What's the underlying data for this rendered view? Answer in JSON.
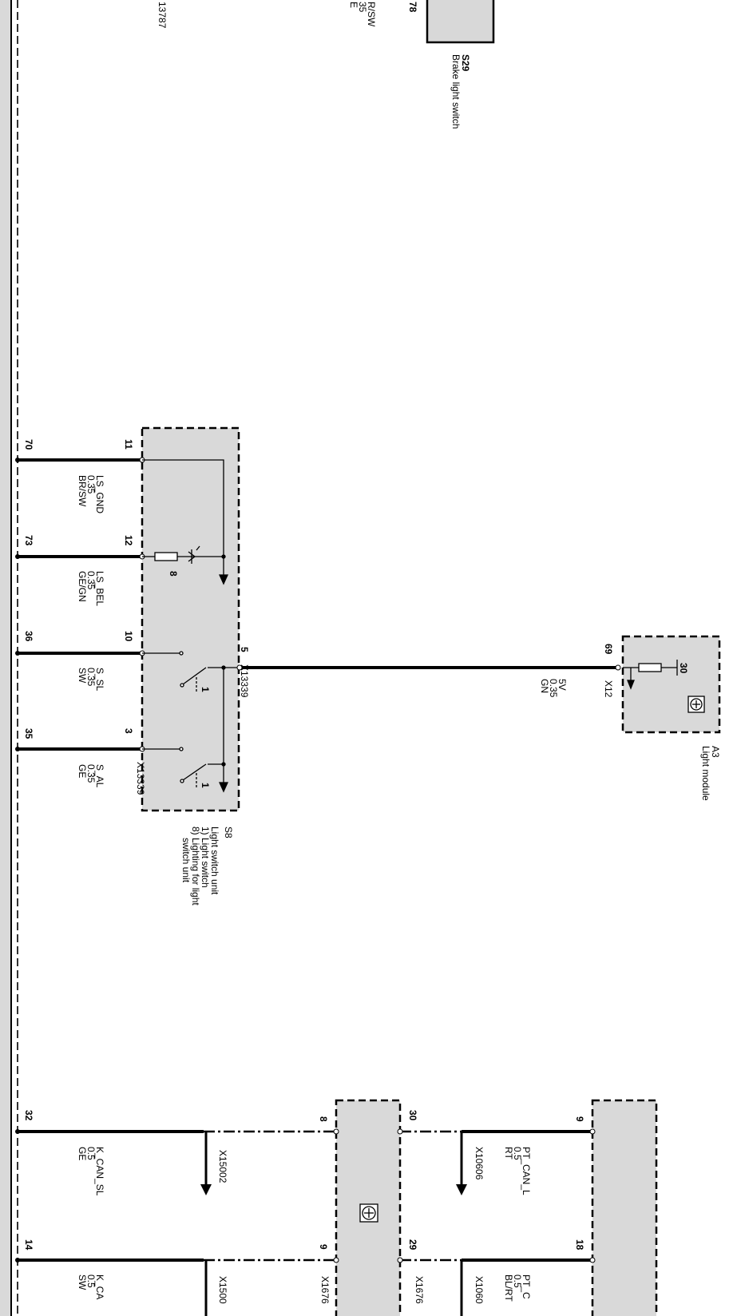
{
  "components": {
    "s29": {
      "id": "S29",
      "name": "Brake light switch",
      "pin": "78"
    },
    "s29_wire_partial": {
      "line1": "E",
      "line2": "35",
      "line3": "R/SW"
    },
    "connector_top": "13787",
    "s8": {
      "id": "S8",
      "desc_1": "Light switch unit",
      "desc_2": "1) Light switch",
      "desc_3": "8) Lighting for light",
      "desc_4": "switch unit",
      "connector_1": "X13339",
      "connector_2": "X13339",
      "sub_1": "1",
      "sub_1b": "1",
      "sub_8": "8"
    },
    "a3": {
      "id": "A3",
      "name": "Light module",
      "connector": "X12",
      "pin": "69",
      "sub": "30"
    }
  },
  "wires": [
    {
      "left_pin": "70",
      "unit_pin": "11",
      "signal": "LS_GND",
      "size": "0.35",
      "color": "BR/SW"
    },
    {
      "left_pin": "73",
      "unit_pin": "12",
      "signal": "LS_BEL",
      "size": "0.35",
      "color": "GE/GN"
    },
    {
      "left_pin": "36",
      "unit_pin": "10",
      "signal": "S_SL",
      "size": "0.35",
      "color": "SW"
    },
    {
      "left_pin": "35",
      "unit_pin": "3",
      "signal": "S_AL",
      "size": "0.35",
      "color": "GE"
    }
  ],
  "supply": {
    "unit_pin": "5",
    "signal": "5V",
    "size": "0.35",
    "color": "GN"
  },
  "can_bus": {
    "k_can_sl": {
      "left_pin": "32",
      "module_pin": "8",
      "signal": "K_CAN_SL",
      "size": "0.5",
      "color": "GE",
      "connector": "X15002"
    },
    "k_can_partial": {
      "left_pin": "14",
      "module_pin": "9",
      "signal": "K_CA",
      "size": "0.5",
      "color": "SW",
      "connector": "X1500",
      "module_connector": "X1676"
    },
    "pt_can_l": {
      "left_pin": "30",
      "right_pin": "9",
      "signal": "PT_CAN_L",
      "size": "0.5",
      "color": "RT",
      "connector": "X10606"
    },
    "pt_can_partial": {
      "left_pin": "29",
      "right_pin": "18",
      "signal": "PT_C",
      "size": "0.5",
      "color": "BL/RT",
      "connector": "X1060",
      "module_connector": "X1676"
    }
  }
}
